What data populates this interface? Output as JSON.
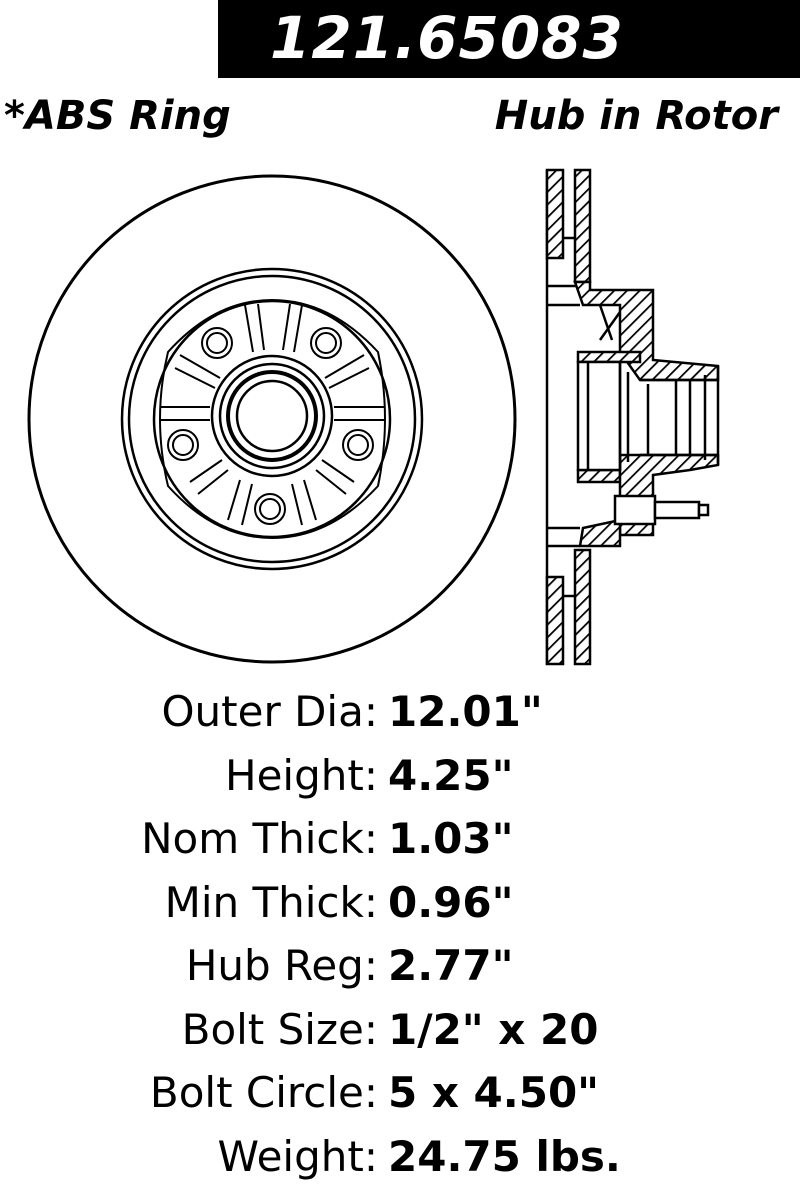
{
  "header": {
    "part_number": "121.65083",
    "left_note": "*ABS Ring",
    "right_note": "Hub in Rotor"
  },
  "drawings": {
    "front_view_icon": "rotor-front-view",
    "side_view_icon": "rotor-cross-section",
    "bolt_count": 5
  },
  "specs": [
    {
      "label": "Outer Dia:",
      "value": "12.01\""
    },
    {
      "label": "Height:",
      "value": "4.25\""
    },
    {
      "label": "Nom Thick:",
      "value": "1.03\""
    },
    {
      "label": "Min Thick:",
      "value": "0.96\""
    },
    {
      "label": "Hub Reg:",
      "value": "2.77\""
    },
    {
      "label": "Bolt Size:",
      "value": "1/2\" x 20"
    },
    {
      "label": "Bolt Circle:",
      "value": "5 x 4.50\""
    },
    {
      "label": "Weight:",
      "value": "24.75 lbs."
    }
  ]
}
